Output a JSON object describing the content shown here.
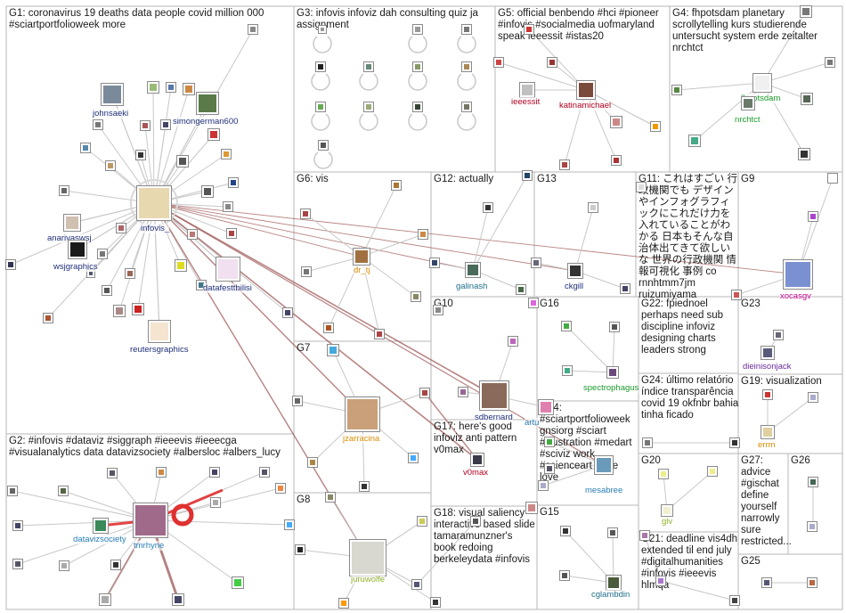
{
  "groups": [
    {
      "id": "G1",
      "label": "G1: coronavirus 19 deaths data people covid million 000 #sciartportfolioweek more"
    },
    {
      "id": "G2",
      "label": "G2: #infovis #dataviz #siggraph #ieeevis #ieeecga #visualanalytics data datavizsociety #albersloc #albers_lucy"
    },
    {
      "id": "G3",
      "label": "G3: infovis infoviz dah consulting quiz ja assignment"
    },
    {
      "id": "G4",
      "label": "G4: fhpotsdam planetary scrollytelling kurs studierende untersucht system erde zeitalter nrchtct"
    },
    {
      "id": "G5",
      "label": "G5: official benbendo #hci #pioneer #infovis #socialmedia uofmaryland speak ieeessit #istas20"
    },
    {
      "id": "G6",
      "label": "G6: vis"
    },
    {
      "id": "G7",
      "label": "G7"
    },
    {
      "id": "G8",
      "label": "G8"
    },
    {
      "id": "G9",
      "label": "G9"
    },
    {
      "id": "G10",
      "label": "G10"
    },
    {
      "id": "G11",
      "label": "G11: これはすごい 行政機関でも デザインやインフォグラフィックにこれだけ力を入れていることがわかる 日本もそんな自治体出てきて欲しいな 世界の行政機関 情報可視化 事例 co rnnhtmm7jm ruizumiyama"
    },
    {
      "id": "G12",
      "label": "G12: actually"
    },
    {
      "id": "G13",
      "label": "G13"
    },
    {
      "id": "G14",
      "label": "G14: #sciartportfolioweek gnsiorg #sciart #illustration #medart #sciviz work #scienceart more love"
    },
    {
      "id": "G15",
      "label": "G15"
    },
    {
      "id": "G16",
      "label": "G16"
    },
    {
      "id": "G17",
      "label": "G17: here's good infoviz anti pattern v0max"
    },
    {
      "id": "G18",
      "label": "G18: visual saliency interactive based slide tamaramunzner's book redoing berkeleydata #infovis"
    },
    {
      "id": "G19",
      "label": "G19: visualization"
    },
    {
      "id": "G20",
      "label": "G20"
    },
    {
      "id": "G21",
      "label": "G21: deadline vis4dh extended til end july #digitalhumanities #infovis #ieeevis hlmqa"
    },
    {
      "id": "G22",
      "label": "G22: fpiednoel perhaps need sub discipline infoviz designing charts leaders strong"
    },
    {
      "id": "G23",
      "label": "G23"
    },
    {
      "id": "G24",
      "label": "G24: último relatório índice transparência covid 19 okfnbr bahia tinha ficado"
    },
    {
      "id": "G25",
      "label": "G25"
    },
    {
      "id": "G26",
      "label": "G26"
    },
    {
      "id": "G27",
      "label": "G27: advice #gischat define yourself narrowly sure restricted..."
    }
  ],
  "vertices": [
    {
      "name": "johnsaeki",
      "color": "#1f2f7a"
    },
    {
      "name": "simongerman600",
      "color": "#1f2f7a"
    },
    {
      "name": "infovis_",
      "color": "#1f2f7a"
    },
    {
      "name": "anarivaswsj",
      "color": "#1f2f7a"
    },
    {
      "name": "wsjgraphics",
      "color": "#1f2f7a"
    },
    {
      "name": "datafesttbilisi",
      "color": "#1f2f7a"
    },
    {
      "name": "reutersgraphics",
      "color": "#1f2f7a"
    },
    {
      "name": "datavizsociety",
      "color": "#2a7fb8"
    },
    {
      "name": "tmrhyne",
      "color": "#2a7fb8"
    },
    {
      "name": "dr_tj",
      "color": "#d98c00"
    },
    {
      "name": "jzarracina",
      "color": "#d98c00"
    },
    {
      "name": "juruwolfe",
      "color": "#8fb12a"
    },
    {
      "name": "galinash",
      "color": "#1f6f8b"
    },
    {
      "name": "ckgill",
      "color": "#1f2f7a"
    },
    {
      "name": "ieeessit",
      "color": "#b00020"
    },
    {
      "name": "katinamichael",
      "color": "#b00020"
    },
    {
      "name": "fhpotsdam",
      "color": "#1a9a2a"
    },
    {
      "name": "nrchtct",
      "color": "#1a9a2a"
    },
    {
      "name": "xocasgv",
      "color": "#c0008a"
    },
    {
      "name": "sdbernard",
      "color": "#1f2f7a"
    },
    {
      "name": "spectrophagus",
      "color": "#1a9a2a"
    },
    {
      "name": "v0max",
      "color": "#b00020"
    },
    {
      "name": "mesabree",
      "color": "#2a7fb8"
    },
    {
      "name": "dieinisonjack",
      "color": "#6a2a9a"
    },
    {
      "name": "errm",
      "color": "#d98c00"
    },
    {
      "name": "glv",
      "color": "#8fb12a"
    },
    {
      "name": "cglambdin",
      "color": "#1f6f8b"
    },
    {
      "name": "artu",
      "color": "#2a7fb8"
    }
  ],
  "colors": {
    "edge": "#c8c8c8",
    "strong_edge": "#a05a5a",
    "red_edge": "#e03030",
    "box_border": "#b7b7b7"
  }
}
